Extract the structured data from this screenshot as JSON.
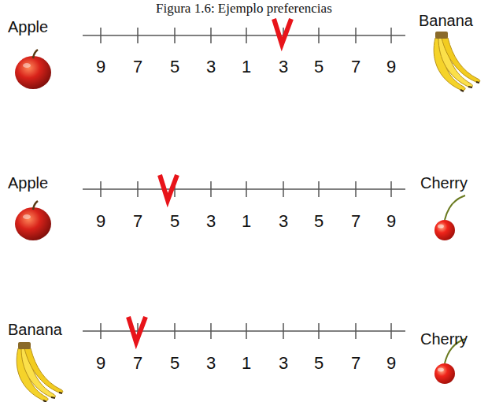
{
  "diagram": {
    "title": "Figura 1.6: Ejemplo preferencias",
    "labels": [
      "Apple",
      "Banana",
      "9",
      "7",
      "5",
      "3",
      "1",
      "3",
      "5",
      "7",
      "9",
      "Apple",
      "Cherry",
      "9",
      "7",
      "5",
      "3",
      "1",
      "3",
      "5",
      "7",
      "9",
      "Banana",
      "Cherry",
      "9",
      "7",
      "5",
      "3",
      "1",
      "3",
      "5",
      "7",
      "9"
    ]
  }
}
